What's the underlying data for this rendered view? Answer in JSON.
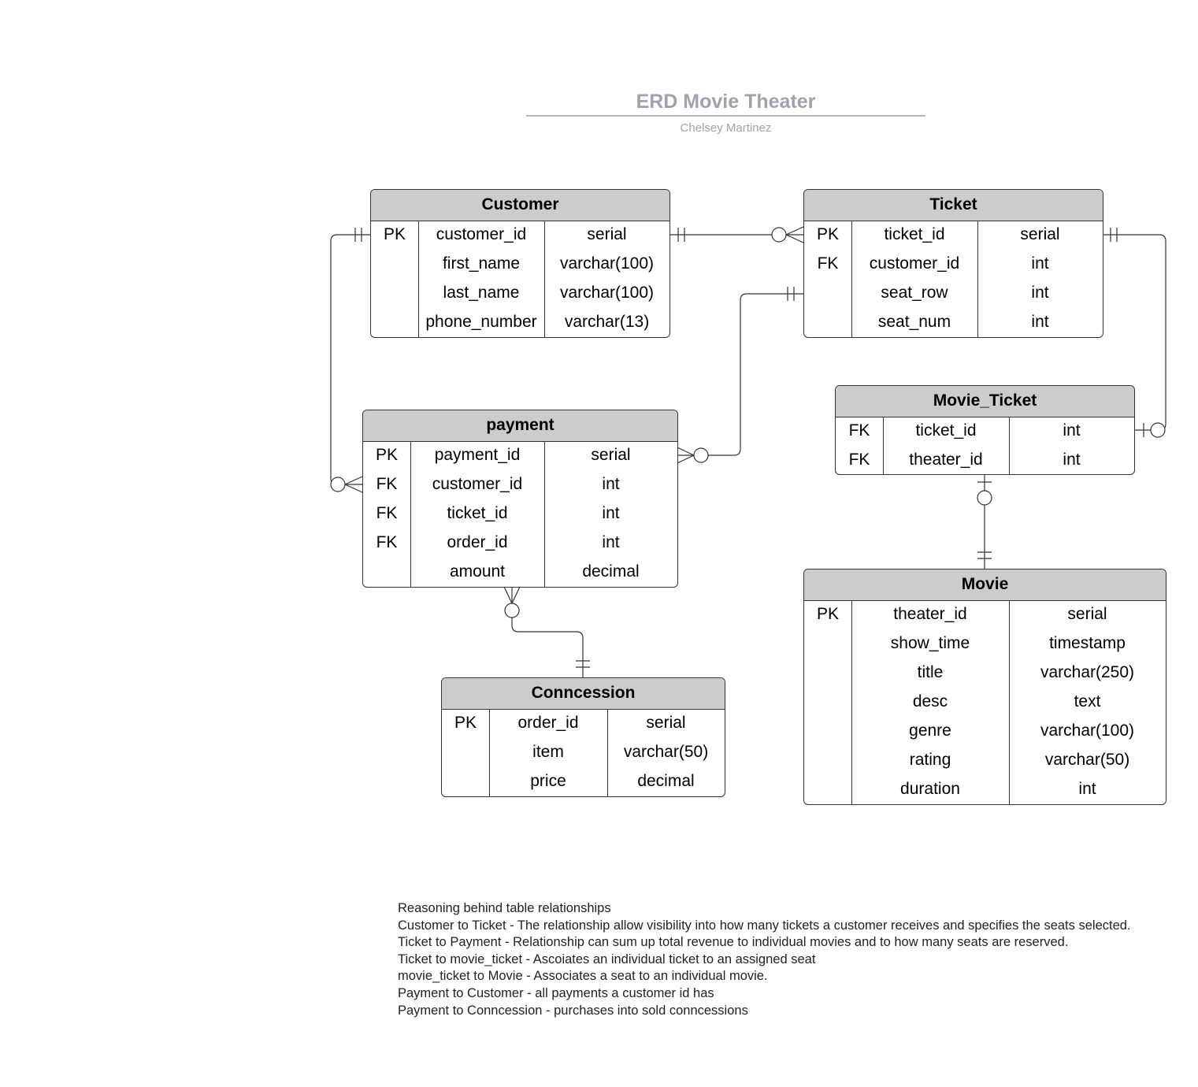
{
  "diagram": {
    "title": "ERD Movie Theater",
    "subtitle": "Chelsey Martinez"
  },
  "entities": {
    "customer": {
      "name": "Customer",
      "rows": [
        {
          "key": "PK",
          "field": "customer_id",
          "type": "serial"
        },
        {
          "key": "",
          "field": "first_name",
          "type": "varchar(100)"
        },
        {
          "key": "",
          "field": "last_name",
          "type": "varchar(100)"
        },
        {
          "key": "",
          "field": "phone_number",
          "type": "varchar(13)"
        }
      ]
    },
    "ticket": {
      "name": "Ticket",
      "rows": [
        {
          "key": "PK",
          "field": "ticket_id",
          "type": "serial"
        },
        {
          "key": "FK",
          "field": "customer_id",
          "type": "int"
        },
        {
          "key": "",
          "field": "seat_row",
          "type": "int"
        },
        {
          "key": "",
          "field": "seat_num",
          "type": "int"
        }
      ]
    },
    "movie_ticket": {
      "name": "Movie_Ticket",
      "rows": [
        {
          "key": "FK",
          "field": "ticket_id",
          "type": "int"
        },
        {
          "key": "FK",
          "field": "theater_id",
          "type": "int"
        }
      ]
    },
    "payment": {
      "name": "payment",
      "rows": [
        {
          "key": "PK",
          "field": "payment_id",
          "type": "serial"
        },
        {
          "key": "FK",
          "field": "customer_id",
          "type": "int"
        },
        {
          "key": "FK",
          "field": "ticket_id",
          "type": "int"
        },
        {
          "key": "FK",
          "field": "order_id",
          "type": "int"
        },
        {
          "key": "",
          "field": "amount",
          "type": "decimal"
        }
      ]
    },
    "movie": {
      "name": "Movie",
      "rows": [
        {
          "key": "PK",
          "field": "theater_id",
          "type": "serial"
        },
        {
          "key": "",
          "field": "show_time",
          "type": "timestamp"
        },
        {
          "key": "",
          "field": "title",
          "type": "varchar(250)"
        },
        {
          "key": "",
          "field": "desc",
          "type": "text"
        },
        {
          "key": "",
          "field": "genre",
          "type": "varchar(100)"
        },
        {
          "key": "",
          "field": "rating",
          "type": "varchar(50)"
        },
        {
          "key": "",
          "field": "duration",
          "type": "int"
        }
      ]
    },
    "conncession": {
      "name": "Conncession",
      "rows": [
        {
          "key": "PK",
          "field": "order_id",
          "type": "serial"
        },
        {
          "key": "",
          "field": "item",
          "type": "varchar(50)"
        },
        {
          "key": "",
          "field": "price",
          "type": "decimal"
        }
      ]
    }
  },
  "relationships": [
    {
      "from": "customer",
      "to": "ticket",
      "from_end": "one-and-only-one",
      "to_end": "zero-or-many"
    },
    {
      "from": "customer",
      "to": "payment",
      "from_end": "one-and-only-one",
      "to_end": "zero-or-many"
    },
    {
      "from": "ticket",
      "to": "payment",
      "from_end": "one-and-only-one",
      "to_end": "zero-or-many"
    },
    {
      "from": "ticket",
      "to": "movie_ticket",
      "from_end": "one-and-only-one",
      "to_end": "zero-or-one"
    },
    {
      "from": "movie",
      "to": "movie_ticket",
      "from_end": "one-and-only-one",
      "to_end": "zero-or-one"
    },
    {
      "from": "conncession",
      "to": "payment",
      "from_end": "one-and-only-one",
      "to_end": "zero-or-many"
    }
  ],
  "notes": [
    "Reasoning behind table relationships",
    "Customer to Ticket - The relationship allow visibility into how many tickets a customer receives and specifies the seats selected.",
    "Ticket to Payment - Relationship can sum up total revenue to individual movies and to how many seats are reserved.",
    "Ticket to movie_ticket - Ascoiates an individual ticket to an assigned seat",
    "movie_ticket to Movie - Associates a seat to an individual movie.",
    "Payment to Customer - all payments a customer id has",
    "Payment to Conncession - purchases into sold conncessions"
  ]
}
